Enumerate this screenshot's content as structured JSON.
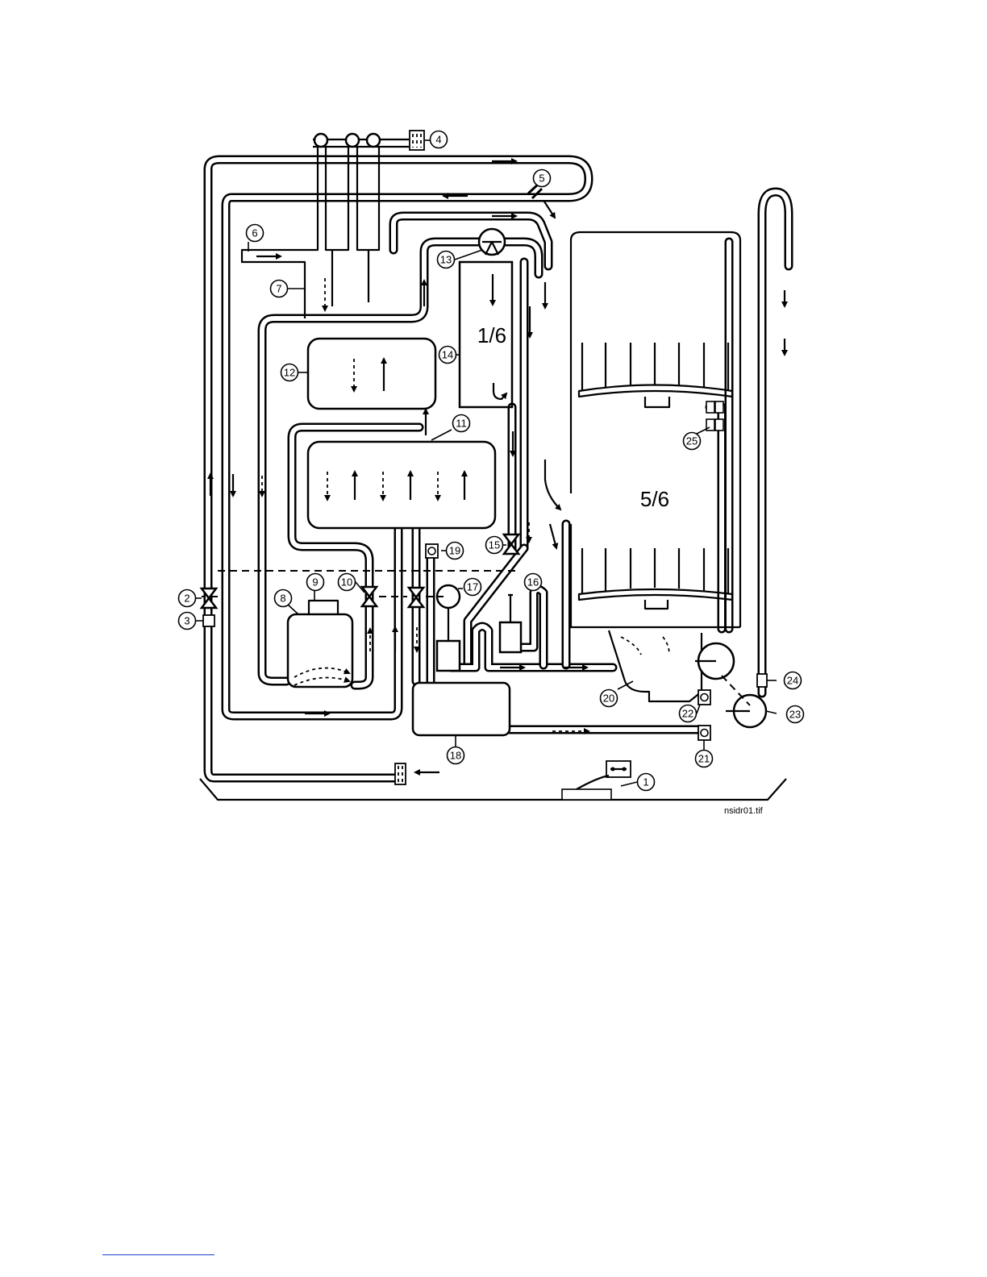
{
  "callouts": [
    "1",
    "2",
    "3",
    "4",
    "5",
    "6",
    "7",
    "8",
    "9",
    "10",
    "11",
    "12",
    "13",
    "14",
    "15",
    "16",
    "17",
    "18",
    "19",
    "20",
    "21",
    "22",
    "23",
    "24",
    "25"
  ],
  "chambers": {
    "upper": "1/6",
    "lower": "5/6"
  },
  "filename": "nsidr01.tif",
  "colors": {
    "line": "#000000",
    "background": "#ffffff",
    "footer_rule": "#1a3ccf"
  }
}
